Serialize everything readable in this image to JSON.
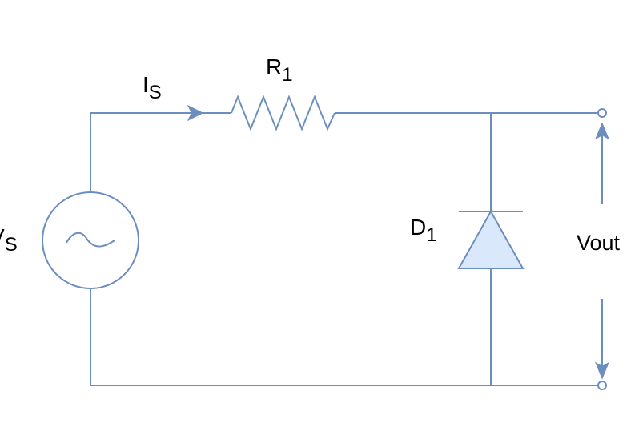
{
  "labels": {
    "current": {
      "main": "I",
      "sub": "S"
    },
    "resistor": {
      "main": "R",
      "sub": "1"
    },
    "source": {
      "main": "V",
      "sub": "S"
    },
    "diode": {
      "main": "D",
      "sub": "1"
    },
    "output": "Vout"
  },
  "colors": {
    "stroke": "#6c8ebf",
    "diode_fill": "#dae8fc",
    "text": "#000000"
  }
}
